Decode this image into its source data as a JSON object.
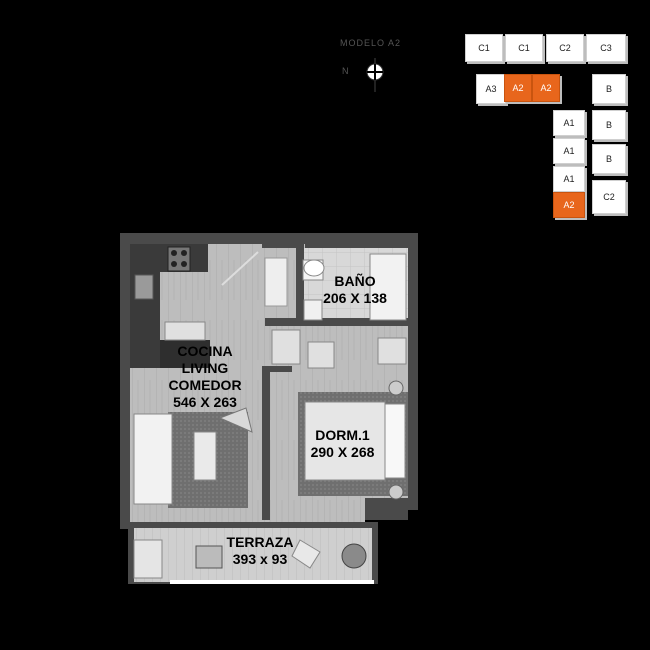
{
  "compass": {
    "caption": "MODELO A2",
    "north_letter": "N"
  },
  "keyplan": {
    "units": [
      {
        "label": "C1",
        "highlight": false
      },
      {
        "label": "C1",
        "highlight": false
      },
      {
        "label": "C2",
        "highlight": false
      },
      {
        "label": "C3",
        "highlight": false
      },
      {
        "label": "A3",
        "highlight": false
      },
      {
        "label": "A2",
        "highlight": true
      },
      {
        "label": "A2",
        "highlight": true
      },
      {
        "label": "B",
        "highlight": false
      },
      {
        "label": "A1",
        "highlight": false
      },
      {
        "label": "B",
        "highlight": false
      },
      {
        "label": "A1",
        "highlight": false
      },
      {
        "label": "B",
        "highlight": false
      },
      {
        "label": "A1",
        "highlight": false
      },
      {
        "label": "A2",
        "highlight": true
      },
      {
        "label": "C2",
        "highlight": false
      }
    ],
    "highlight_color": "#e8661c"
  },
  "rooms": {
    "bano": {
      "name": "BAÑO",
      "dims": "206 X 138"
    },
    "cocina": {
      "line1": "COCINA",
      "line2": "LIVING",
      "line3": "COMEDOR",
      "dims": "546 X 263"
    },
    "dorm": {
      "name": "DORM.1",
      "dims": "290 X 268"
    },
    "terraza": {
      "name": "TERRAZA",
      "dims": "393 x 93"
    }
  }
}
